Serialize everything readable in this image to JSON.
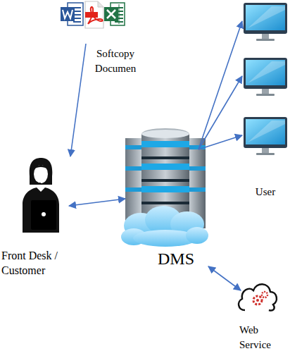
{
  "diagram": {
    "nodes": [
      {
        "text": [
          "Softcopy Documen"
        ]
      },
      {
        "text": [
          "User"
        ]
      },
      {
        "text": [
          "Front Desk / Customer"
        ]
      },
      {
        "text": [
          "DMS"
        ]
      },
      {
        "text": [
          "Web Service"
        ]
      }
    ],
    "edges": [
      {
        "from": 0,
        "to": 2,
        "arrow": "to"
      },
      {
        "from": 2,
        "to": 3,
        "arrow": "both"
      },
      {
        "from": 3,
        "to": 1,
        "arrow": "to"
      },
      {
        "from": 3,
        "to": 1,
        "arrow": "to"
      },
      {
        "from": 3,
        "to": 1,
        "arrow": "to"
      },
      {
        "from": 3,
        "to": 4,
        "arrow": "both"
      }
    ]
  }
}
